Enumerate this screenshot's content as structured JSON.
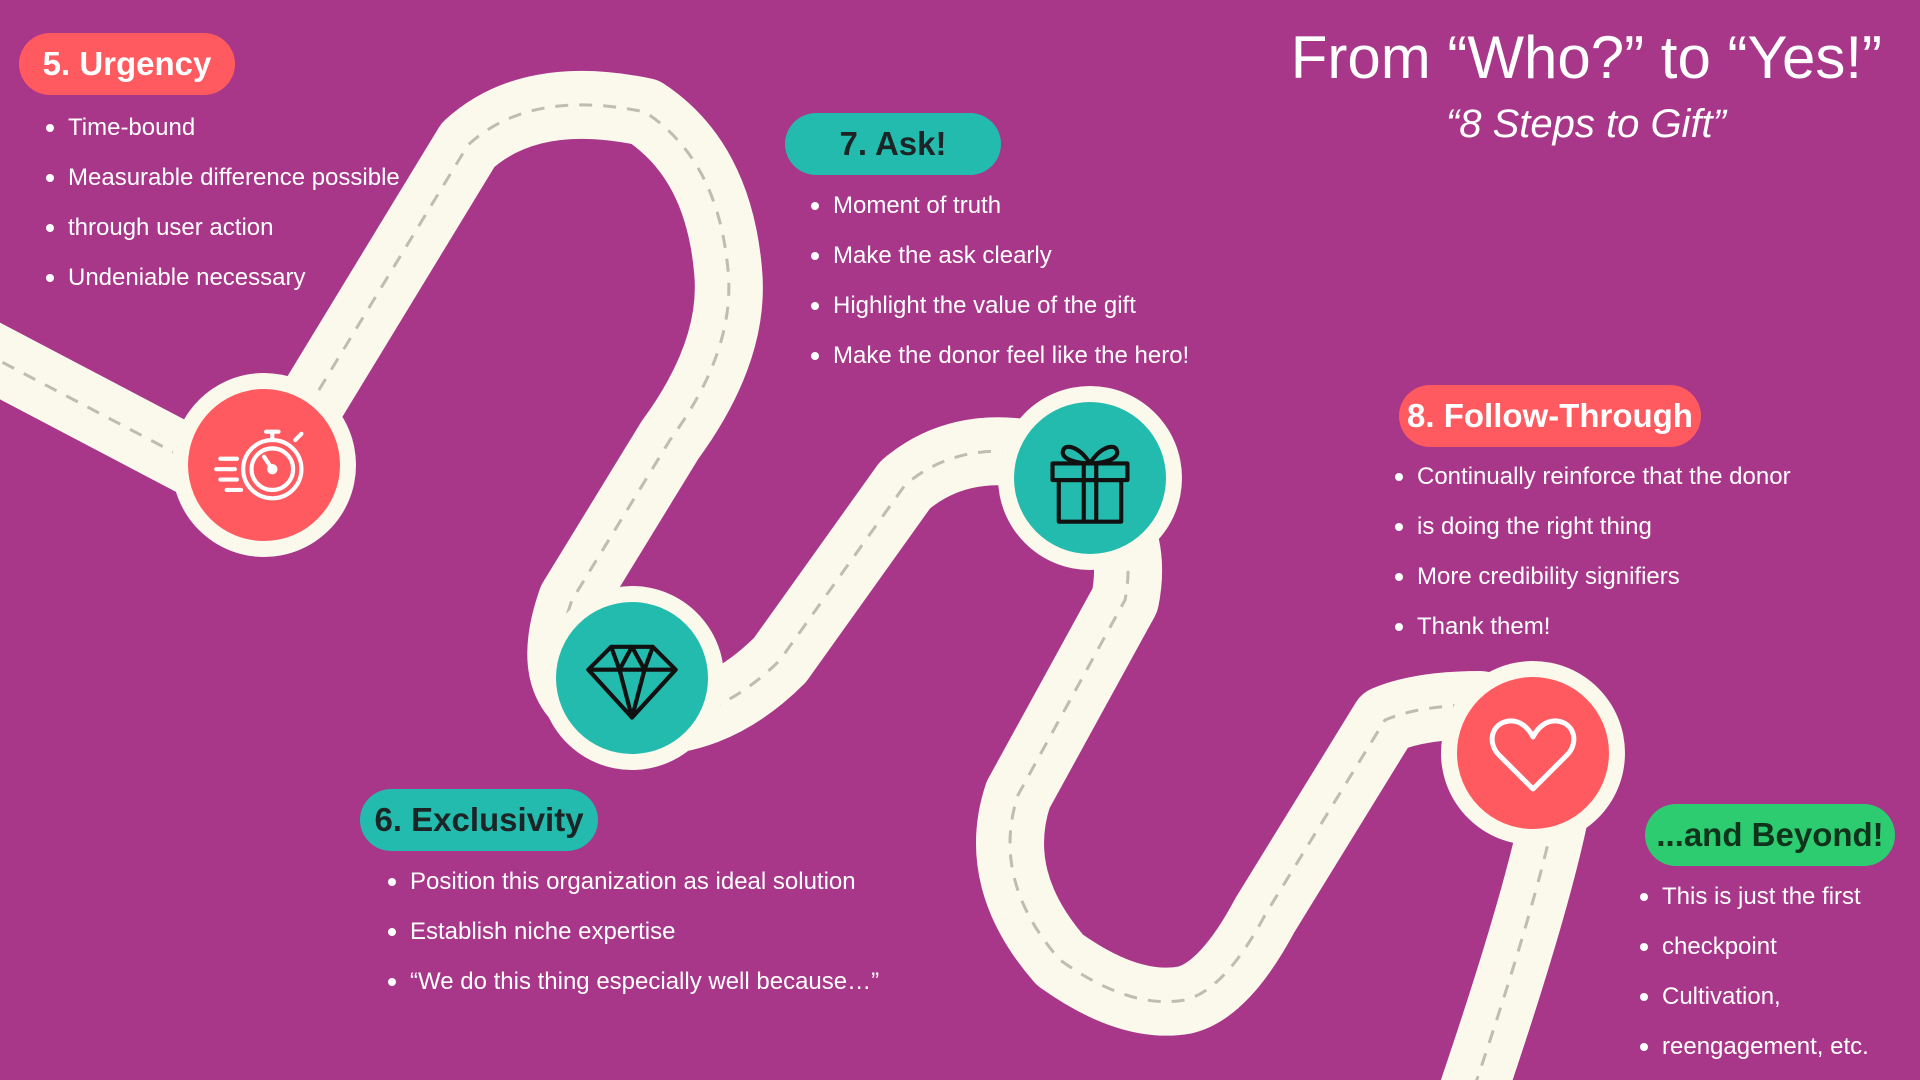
{
  "header": {
    "title": "From “Who?” to “Yes!”",
    "subtitle": "“8 Steps to Gift”"
  },
  "steps": {
    "urgency": {
      "label": "5. Urgency",
      "bullets": [
        "Time-bound",
        "Measurable difference possible",
        "through user action",
        "Undeniable necessary"
      ],
      "icon": "stopwatch-icon"
    },
    "exclusivity": {
      "label": "6. Exclusivity",
      "bullets": [
        "Position this organization as ideal solution",
        "Establish niche expertise",
        "“We do this thing especially well because…”"
      ],
      "icon": "diamond-icon"
    },
    "ask": {
      "label": "7. Ask!",
      "bullets": [
        "Moment of truth",
        "Make the ask clearly",
        "Highlight the value of the gift",
        "Make the donor feel like the hero!"
      ],
      "icon": "gift-icon"
    },
    "follow_through": {
      "label": "8. Follow-Through",
      "bullets": [
        "Continually reinforce that the donor",
        "is doing the right thing",
        "More credibility signifiers",
        "Thank them!"
      ],
      "icon": "heart-icon"
    },
    "beyond": {
      "label": "...and Beyond!",
      "bullets": [
        "This is just the first",
        "checkpoint",
        "Cultivation,",
        "reengagement, etc."
      ]
    }
  },
  "colors": {
    "background": "#A8378A",
    "road": "#FBF8EC",
    "road_dash": "#BDBDB2",
    "coral": "#FF5A5F",
    "teal": "#22BBAD",
    "green": "#2DCC70"
  }
}
